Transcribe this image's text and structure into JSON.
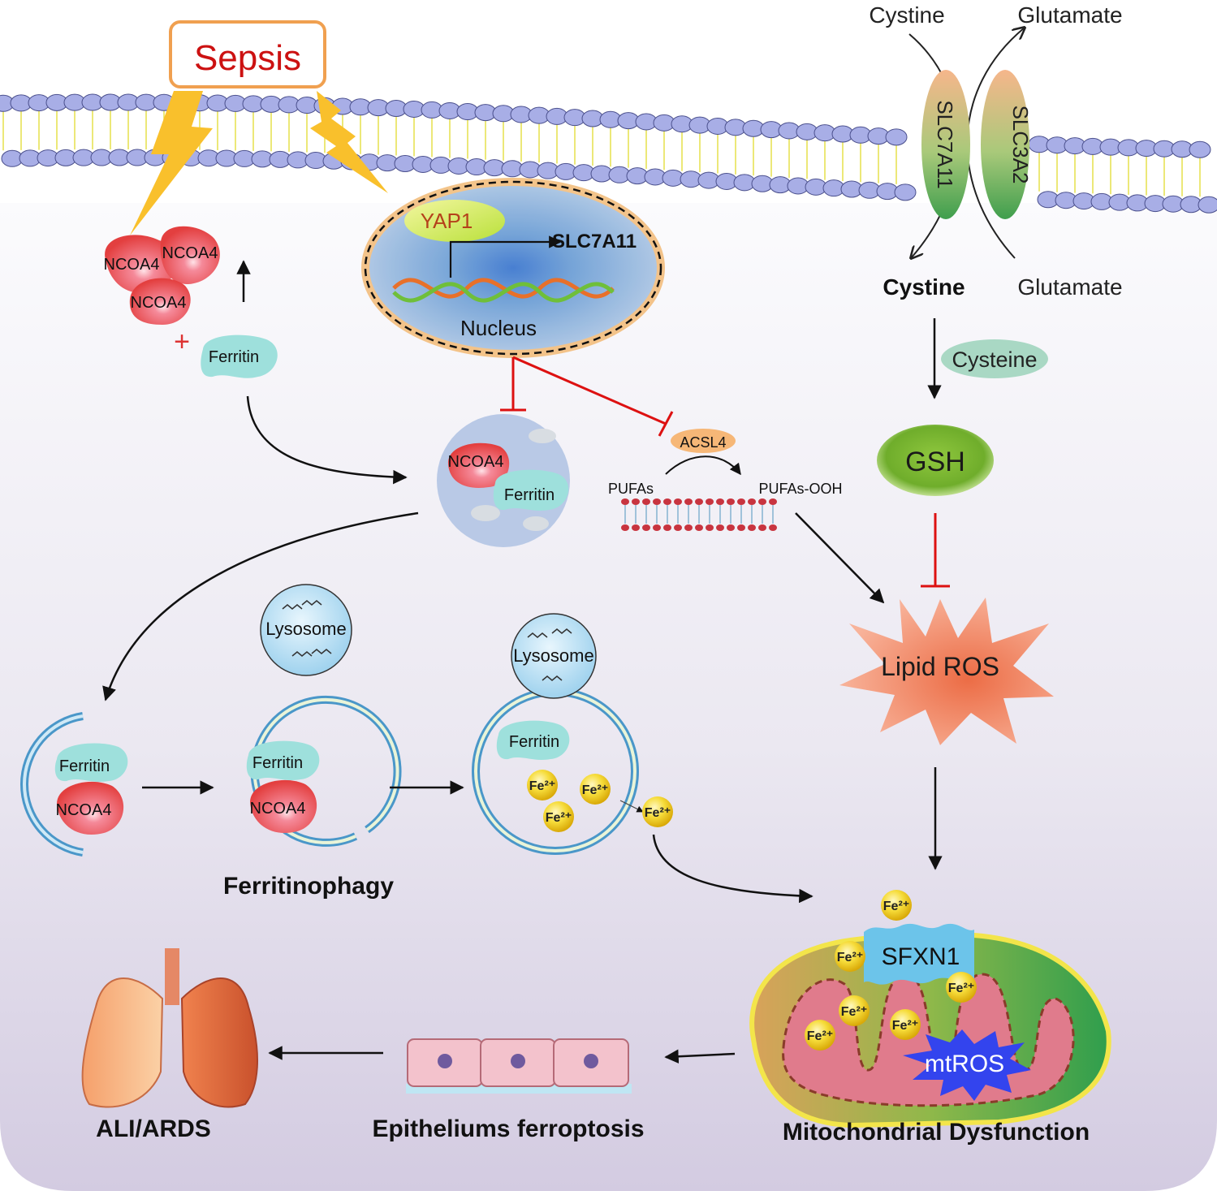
{
  "trigger": {
    "label": "Sepsis"
  },
  "transporter": {
    "top_left": "Cystine",
    "top_right": "Glutamate",
    "subunit_a": "SLC7A11",
    "subunit_b": "SLC3A2",
    "bottom_left": "Cystine",
    "bottom_right": "Glutamate"
  },
  "nucleus": {
    "factor": "YAP1",
    "gene": "SLC7A11",
    "label": "Nucleus"
  },
  "ferritin_complex": {
    "ncoa4_a": "NCOA4",
    "ncoa4_b": "NCOA4",
    "ncoa4_c": "NCOA4",
    "ferritin": "Ferritin"
  },
  "autophagosome": {
    "ncoa4": "NCOA4",
    "ferritin": "Ferritin"
  },
  "lipid": {
    "enzyme": "ACSL4",
    "substrate": "PUFAs",
    "product": "PUFAs-OOH"
  },
  "gsh_pathway": {
    "cysteine": "Cysteine",
    "gsh": "GSH",
    "lipid_ros": "Lipid ROS"
  },
  "ferritinophagy": {
    "step1_ferritin": "Ferritin",
    "step1_ncoa4": "NCOA4",
    "step2_ferritin": "Ferritin",
    "step2_ncoa4": "NCOA4",
    "lysosome_1": "Lysosome",
    "lysosome_2": "Lysosome",
    "step3_ferritin": "Ferritin",
    "iron": "Fe²⁺",
    "caption": "Ferritinophagy"
  },
  "mitochondria": {
    "transporter": "SFXN1",
    "ros": "mtROS",
    "iron": "Fe²⁺",
    "caption": "Mitochondrial Dysfunction"
  },
  "epithelium": {
    "caption": "Epitheliums ferroptosis"
  },
  "lung": {
    "caption": "ALI/ARDS"
  },
  "colors": {
    "sepsis_text": "#cc1111",
    "sepsis_border": "#f0a050",
    "inhibit": "#dd1111",
    "ncoa4": "#e64a4a",
    "ferritin": "#9ee0dc",
    "iron": "#f3d21c",
    "gsh": "#8fc73e",
    "lipid_ros": "#f08a5d",
    "mtros": "#3355ff"
  }
}
